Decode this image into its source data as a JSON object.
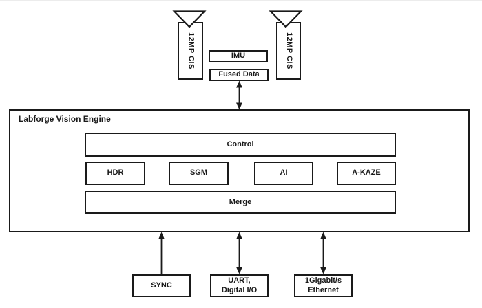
{
  "colors": {
    "line": "#1a1a1a",
    "background": "#ffffff"
  },
  "sensors": {
    "left": "12MP CIS",
    "right": "12MP CIS"
  },
  "top_boxes": {
    "imu": "IMU",
    "fused": "Fused Data"
  },
  "engine": {
    "title": "Labforge Vision Engine",
    "control": "Control",
    "modules": [
      "HDR",
      "SGM",
      "AI",
      "A-KAZE"
    ],
    "merge": "Merge"
  },
  "io_boxes": {
    "sync": {
      "line1": "SYNC"
    },
    "uart": {
      "line1": "UART,",
      "line2": "Digital I/O"
    },
    "ethernet": {
      "line1": "1Gigabit/s",
      "line2": "Ethernet"
    }
  }
}
